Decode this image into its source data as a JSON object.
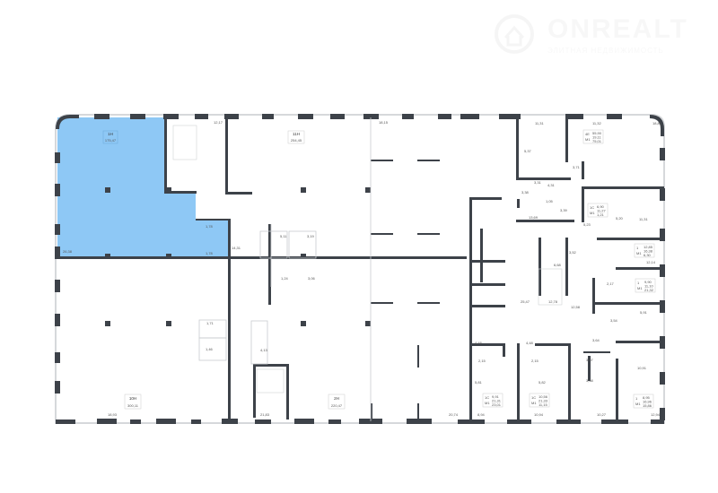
{
  "logo": {
    "name": "ONREALT",
    "tagline": "ЭЛИТНАЯ НЕДВИЖИМОСТЬ"
  },
  "colors": {
    "highlight": "#8ec8f5",
    "wall": "#3d4249",
    "thin_wall": "#c9ccd0"
  },
  "units": [
    {
      "id": "1Н",
      "area": "175,47"
    },
    {
      "id": "11Н",
      "area": "254,45"
    },
    {
      "id": "10Н",
      "area": "300,11"
    },
    {
      "id": "2Н",
      "area": "220,47"
    }
  ],
  "apartments": [
    {
      "rooms": "4Е",
      "type": "М1",
      "a": "55,90",
      "b": "19,11",
      "c": "75,01"
    },
    {
      "rooms": "1С",
      "type": "М1",
      "a": "6,90",
      "b": "11,27",
      "c": "1,21"
    },
    {
      "rooms": "1",
      "type": "М1",
      "a": "12,85",
      "b": "16,38",
      "c": "6,30"
    },
    {
      "rooms": "1",
      "type": "М1",
      "a": "9,90",
      "b": "11,10",
      "c": "21,32"
    },
    {
      "rooms": "1",
      "type": "М1",
      "a": "8,95",
      "b": "16,96",
      "c": "15,86"
    },
    {
      "rooms": "1С",
      "type": "М1",
      "a": "9,91",
      "b": "21,31",
      "c": "23,01"
    },
    {
      "rooms": "1С",
      "type": "М1",
      "a": "10,56",
      "b": "21,33",
      "c": "11,15"
    }
  ],
  "room_areas": [
    "12,17",
    "14,31",
    "1,78",
    "1,78",
    "5,11",
    "3,19",
    "1,24",
    "3,06",
    "26,38",
    "1,71",
    "1,46",
    "4,13",
    "18,93",
    "21,83",
    "20,74",
    "18,15",
    "11,31",
    "11,32",
    "18,81",
    "5,37",
    "3,31",
    "3,38",
    "3,71",
    "4,31",
    "1,05",
    "3,39",
    "13,69",
    "5,23",
    "5,20",
    "11,31",
    "3,52",
    "6,68",
    "2,17",
    "12,58",
    "25,47",
    "12,78",
    "3,54",
    "3,64",
    "4,48",
    "4,48",
    "2,15",
    "2,15",
    "5,81",
    "5,82",
    "3,87",
    "3,58",
    "5,91",
    "10,91",
    "8,94",
    "10,94",
    "10,27",
    "12,94",
    "12,14"
  ]
}
